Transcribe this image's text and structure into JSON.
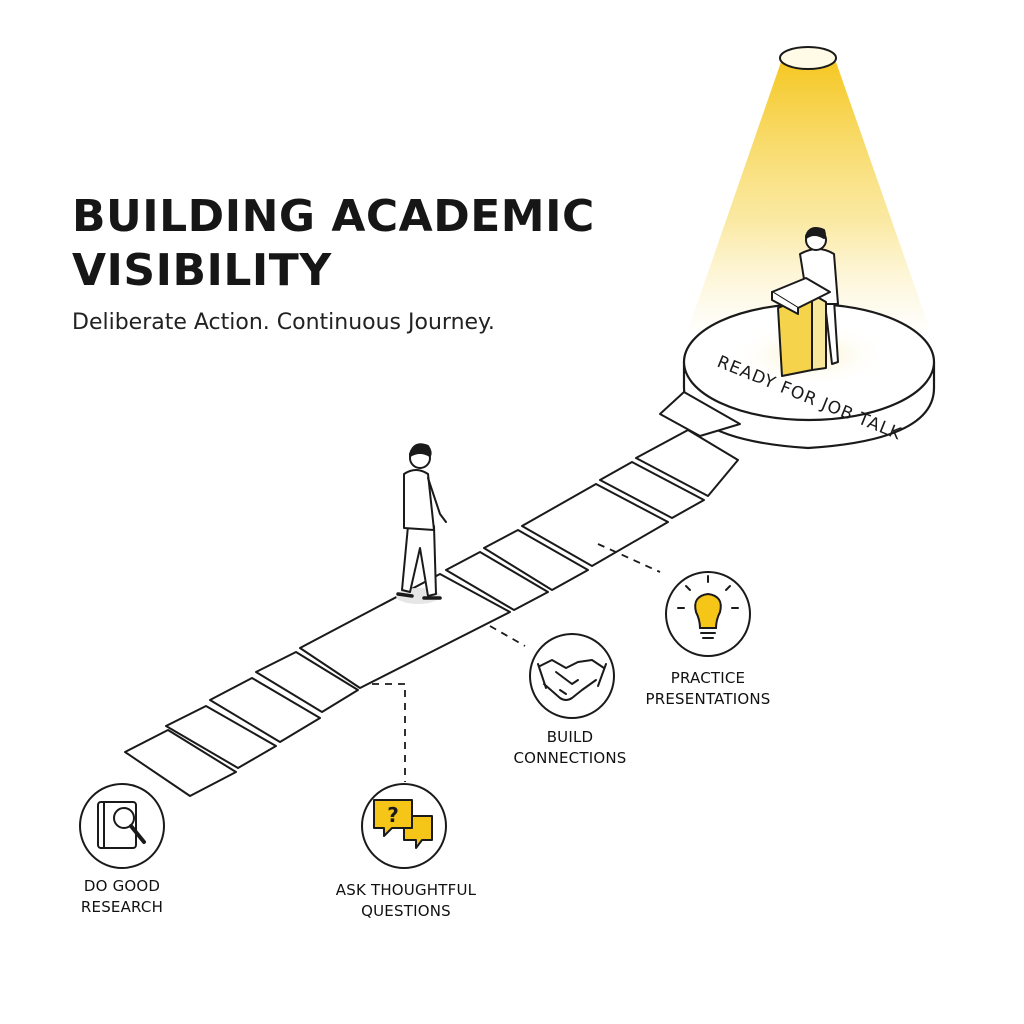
{
  "title": "BUILDING ACADEMIC VISIBILITY",
  "subtitle": "Deliberate Action. Continuous Journey.",
  "destination": "READY FOR JOB TALK",
  "colors": {
    "accent": "#f5c518",
    "ink": "#1a1a1a",
    "background": "#ffffff"
  },
  "steps": [
    {
      "icon": "book-magnifier-icon",
      "lines": [
        "DO GOOD",
        "RESEARCH"
      ]
    },
    {
      "icon": "question-bubbles-icon",
      "lines": [
        "ASK THOUGHTFUL",
        "QUESTIONS"
      ]
    },
    {
      "icon": "handshake-icon",
      "lines": [
        "BUILD",
        "CONNECTIONS"
      ]
    },
    {
      "icon": "lightbulb-icon",
      "lines": [
        "PRACTICE",
        "PRESENTATIONS"
      ]
    }
  ]
}
